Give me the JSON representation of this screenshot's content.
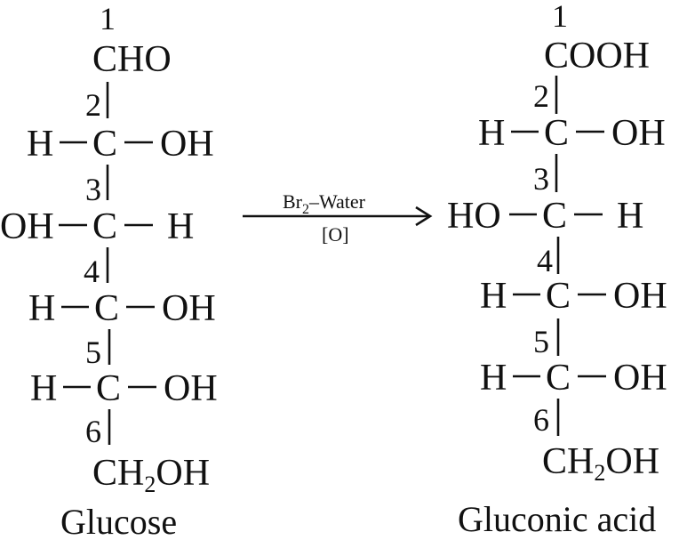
{
  "reactant": {
    "name": "Glucose",
    "numbers": [
      "1",
      "2",
      "3",
      "4",
      "5",
      "6"
    ],
    "top_group": "CHO",
    "rows": [
      {
        "left": "H",
        "center": "C",
        "right": "OH"
      },
      {
        "left": "OH",
        "center": "C",
        "right": "H"
      },
      {
        "left": "H",
        "center": "C",
        "right": "OH"
      },
      {
        "left": "H",
        "center": "C",
        "right": "OH"
      }
    ],
    "bottom_group": {
      "main": "CH",
      "sub": "2",
      "tail": "OH"
    }
  },
  "reaction": {
    "reagent_main": "Br",
    "reagent_sub": "2",
    "reagent_tail": "–Water",
    "condition": "[O]"
  },
  "product": {
    "name": "Gluconic acid",
    "numbers": [
      "1",
      "2",
      "3",
      "4",
      "5",
      "6"
    ],
    "top_group": "COOH",
    "rows": [
      {
        "left": "H",
        "center": "C",
        "right": "OH"
      },
      {
        "left": "HO",
        "center": "C",
        "right": "H"
      },
      {
        "left": "H",
        "center": "C",
        "right": "OH"
      },
      {
        "left": "H",
        "center": "C",
        "right": "OH"
      }
    ],
    "bottom_group": {
      "main": "CH",
      "sub": "2",
      "tail": "OH"
    }
  }
}
